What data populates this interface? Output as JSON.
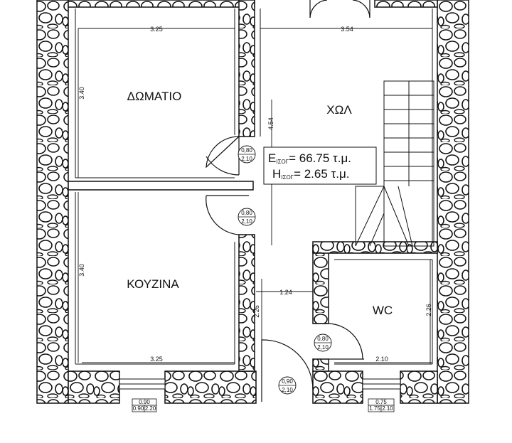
{
  "plan": {
    "rooms": {
      "bedroom": "ΔΩΜΑΤΙΟ",
      "kitchen": "ΚΟΥΖΙΝΑ",
      "hall": "ΧΩΛ",
      "wc": "WC"
    },
    "dimensions": {
      "bedroom_width": "3.25",
      "hall_width": "3.54",
      "bedroom_height": "3.40",
      "kitchen_height": "3.40",
      "hall_height": "4.54",
      "corridor_width": "1.24",
      "corridor_height": "2.26",
      "wc_height": "2.26",
      "kitchen_width": "3.25",
      "wc_width": "2.10"
    },
    "door_tags": [
      {
        "top": "0,80",
        "bottom": "2,10"
      },
      {
        "top": "0,80",
        "bottom": "2,10"
      },
      {
        "top": "0,80",
        "bottom": "2,10"
      },
      {
        "top": "0,90",
        "bottom": "2,10"
      }
    ],
    "window_tags": {
      "left": {
        "top": "0.90",
        "bottom_left": "0.90",
        "bottom_right": "2.20"
      },
      "right": {
        "top": "0.75",
        "bottom_left": "1.75",
        "bottom_right": "2.10"
      }
    },
    "area_box": {
      "line1_main": "E",
      "line1_sub": "ΙΣΟΓ",
      "line1_rest": "= 66.75 τ.μ.",
      "line2_main": "H",
      "line2_sub": "ΙΣΟΓ",
      "line2_rest": "= 2.65 τ.μ."
    }
  }
}
